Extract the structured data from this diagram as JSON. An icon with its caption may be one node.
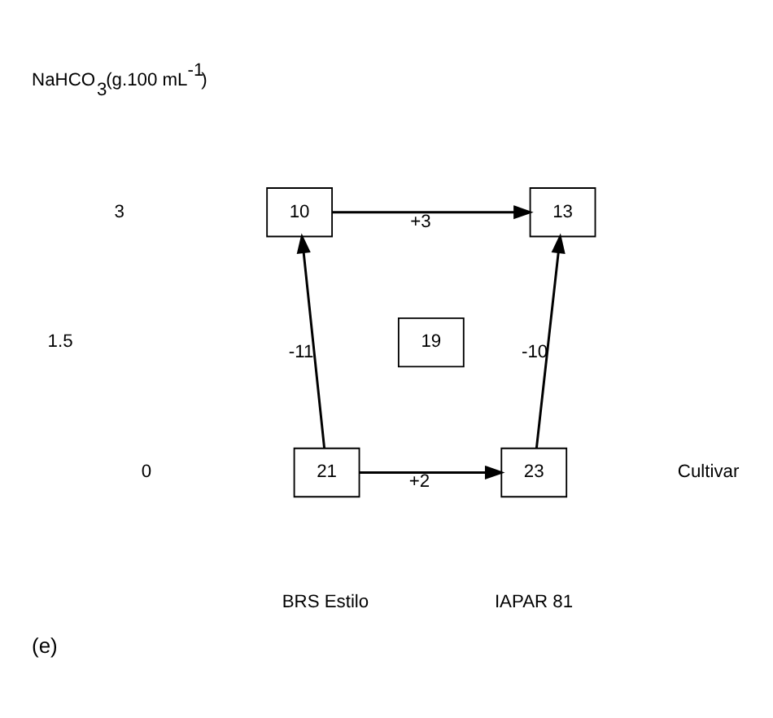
{
  "diagram": {
    "caption": "(e)",
    "nodes": [
      {
        "text": [
          "10"
        ]
      },
      {
        "text": [
          "13"
        ]
      },
      {
        "text": [
          "19"
        ]
      },
      {
        "text": [
          "21"
        ]
      },
      {
        "text": [
          "23"
        ]
      }
    ],
    "edges": [
      {
        "from": 0,
        "to": 1,
        "arrow": "to",
        "label": "+3"
      },
      {
        "from": 3,
        "to": 0,
        "arrow": "to",
        "label": "-11"
      },
      {
        "from": 4,
        "to": 1,
        "arrow": "to",
        "label": "-10"
      },
      {
        "from": 3,
        "to": 4,
        "arrow": "to",
        "label": "+2"
      }
    ],
    "labels": [
      "NaHCO$_{3}$(g.100 mL$^{-1}$)",
      "3",
      "1.5",
      "0",
      "Cultivar",
      "BRS Estilo",
      "IAPAR 81"
    ]
  }
}
